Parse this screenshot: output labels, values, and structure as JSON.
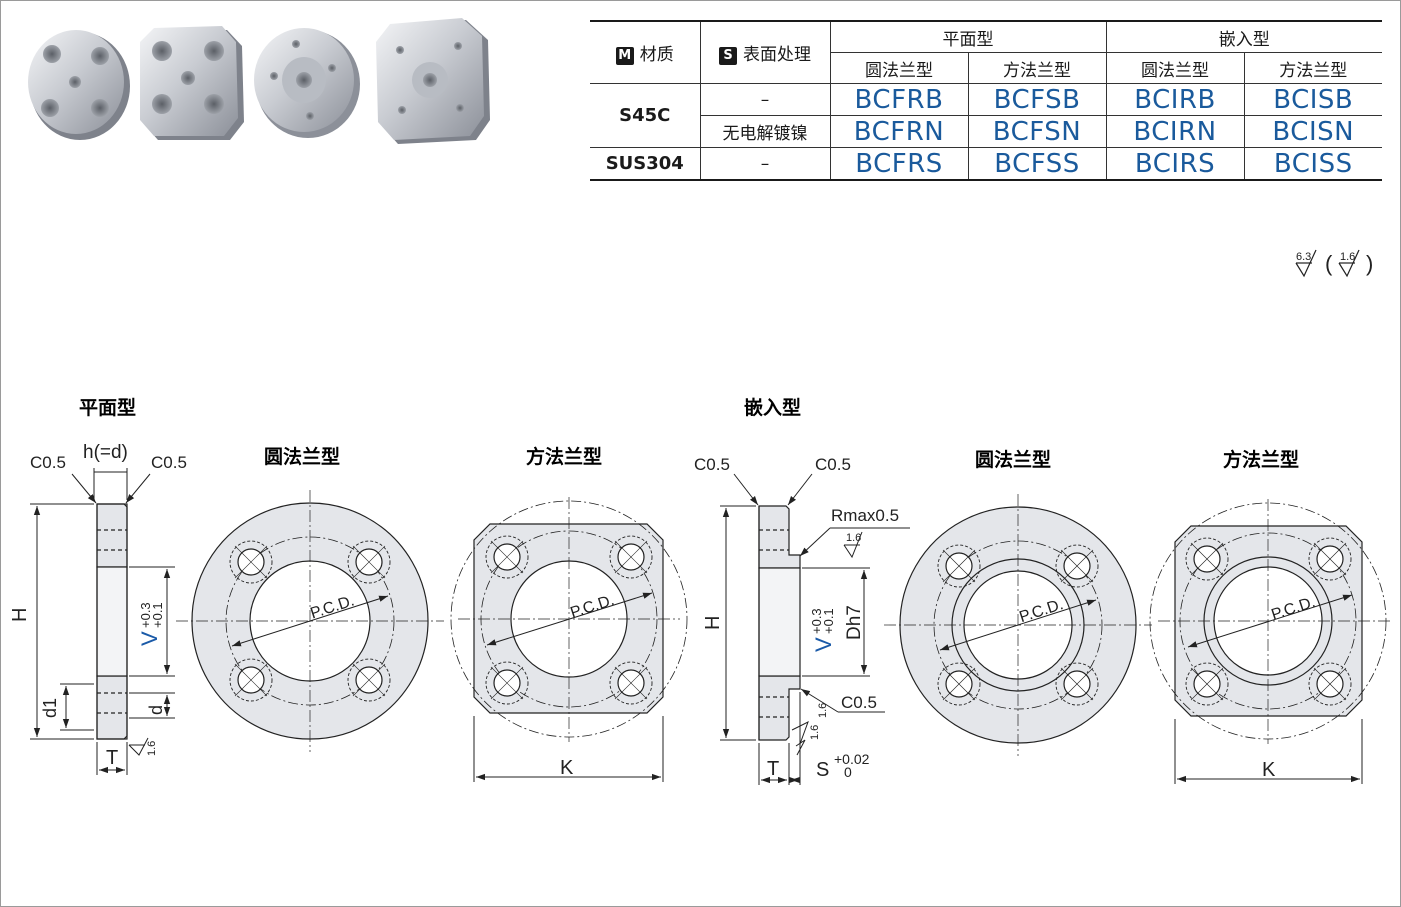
{
  "table": {
    "header_material": "材质",
    "header_material_badge": "M",
    "header_surface": "表面处理",
    "header_surface_badge": "S",
    "group_flat": "平面型",
    "group_insert": "嵌入型",
    "sub_round": "圆法兰型",
    "sub_square": "方法兰型",
    "rows": [
      {
        "material": "S45C",
        "surface": "–",
        "codes": [
          "BCFRB",
          "BCFSB",
          "BCIRB",
          "BCISB"
        ]
      },
      {
        "material": "",
        "surface": "无电解镀镍",
        "codes": [
          "BCFRN",
          "BCFSN",
          "BCIRN",
          "BCISN"
        ]
      },
      {
        "material": "SUS304",
        "surface": "–",
        "codes": [
          "BCFRS",
          "BCFSS",
          "BCIRS",
          "BCISS"
        ]
      }
    ]
  },
  "roughness": {
    "main": "6.3",
    "paren_open": "(",
    "paren_value": "1.6",
    "paren_close": ")"
  },
  "drawing": {
    "flat_title": "平面型",
    "insert_title": "嵌入型",
    "round_title": "圆法兰型",
    "square_title": "方法兰型",
    "c05": "C0.5",
    "h_eq_d": "h(=d)",
    "H": "H",
    "V": "V",
    "V_tol_upper": "+0.3",
    "V_tol_lower": "+0.1",
    "d1": "d1",
    "d": "d",
    "T": "T",
    "rough_16": "1.6",
    "pcd": "P.C.D.",
    "K": "K",
    "rmax": "Rmax0.5",
    "Dh7": "Dh7",
    "S": "S",
    "S_tol_upper": "+0.02",
    "S_tol_lower": "0"
  },
  "colors": {
    "code_blue": "#1a5a9c",
    "part_fill": "#e4e6ea",
    "dim_line": "#222222",
    "v_blue": "#1a5aa8"
  }
}
